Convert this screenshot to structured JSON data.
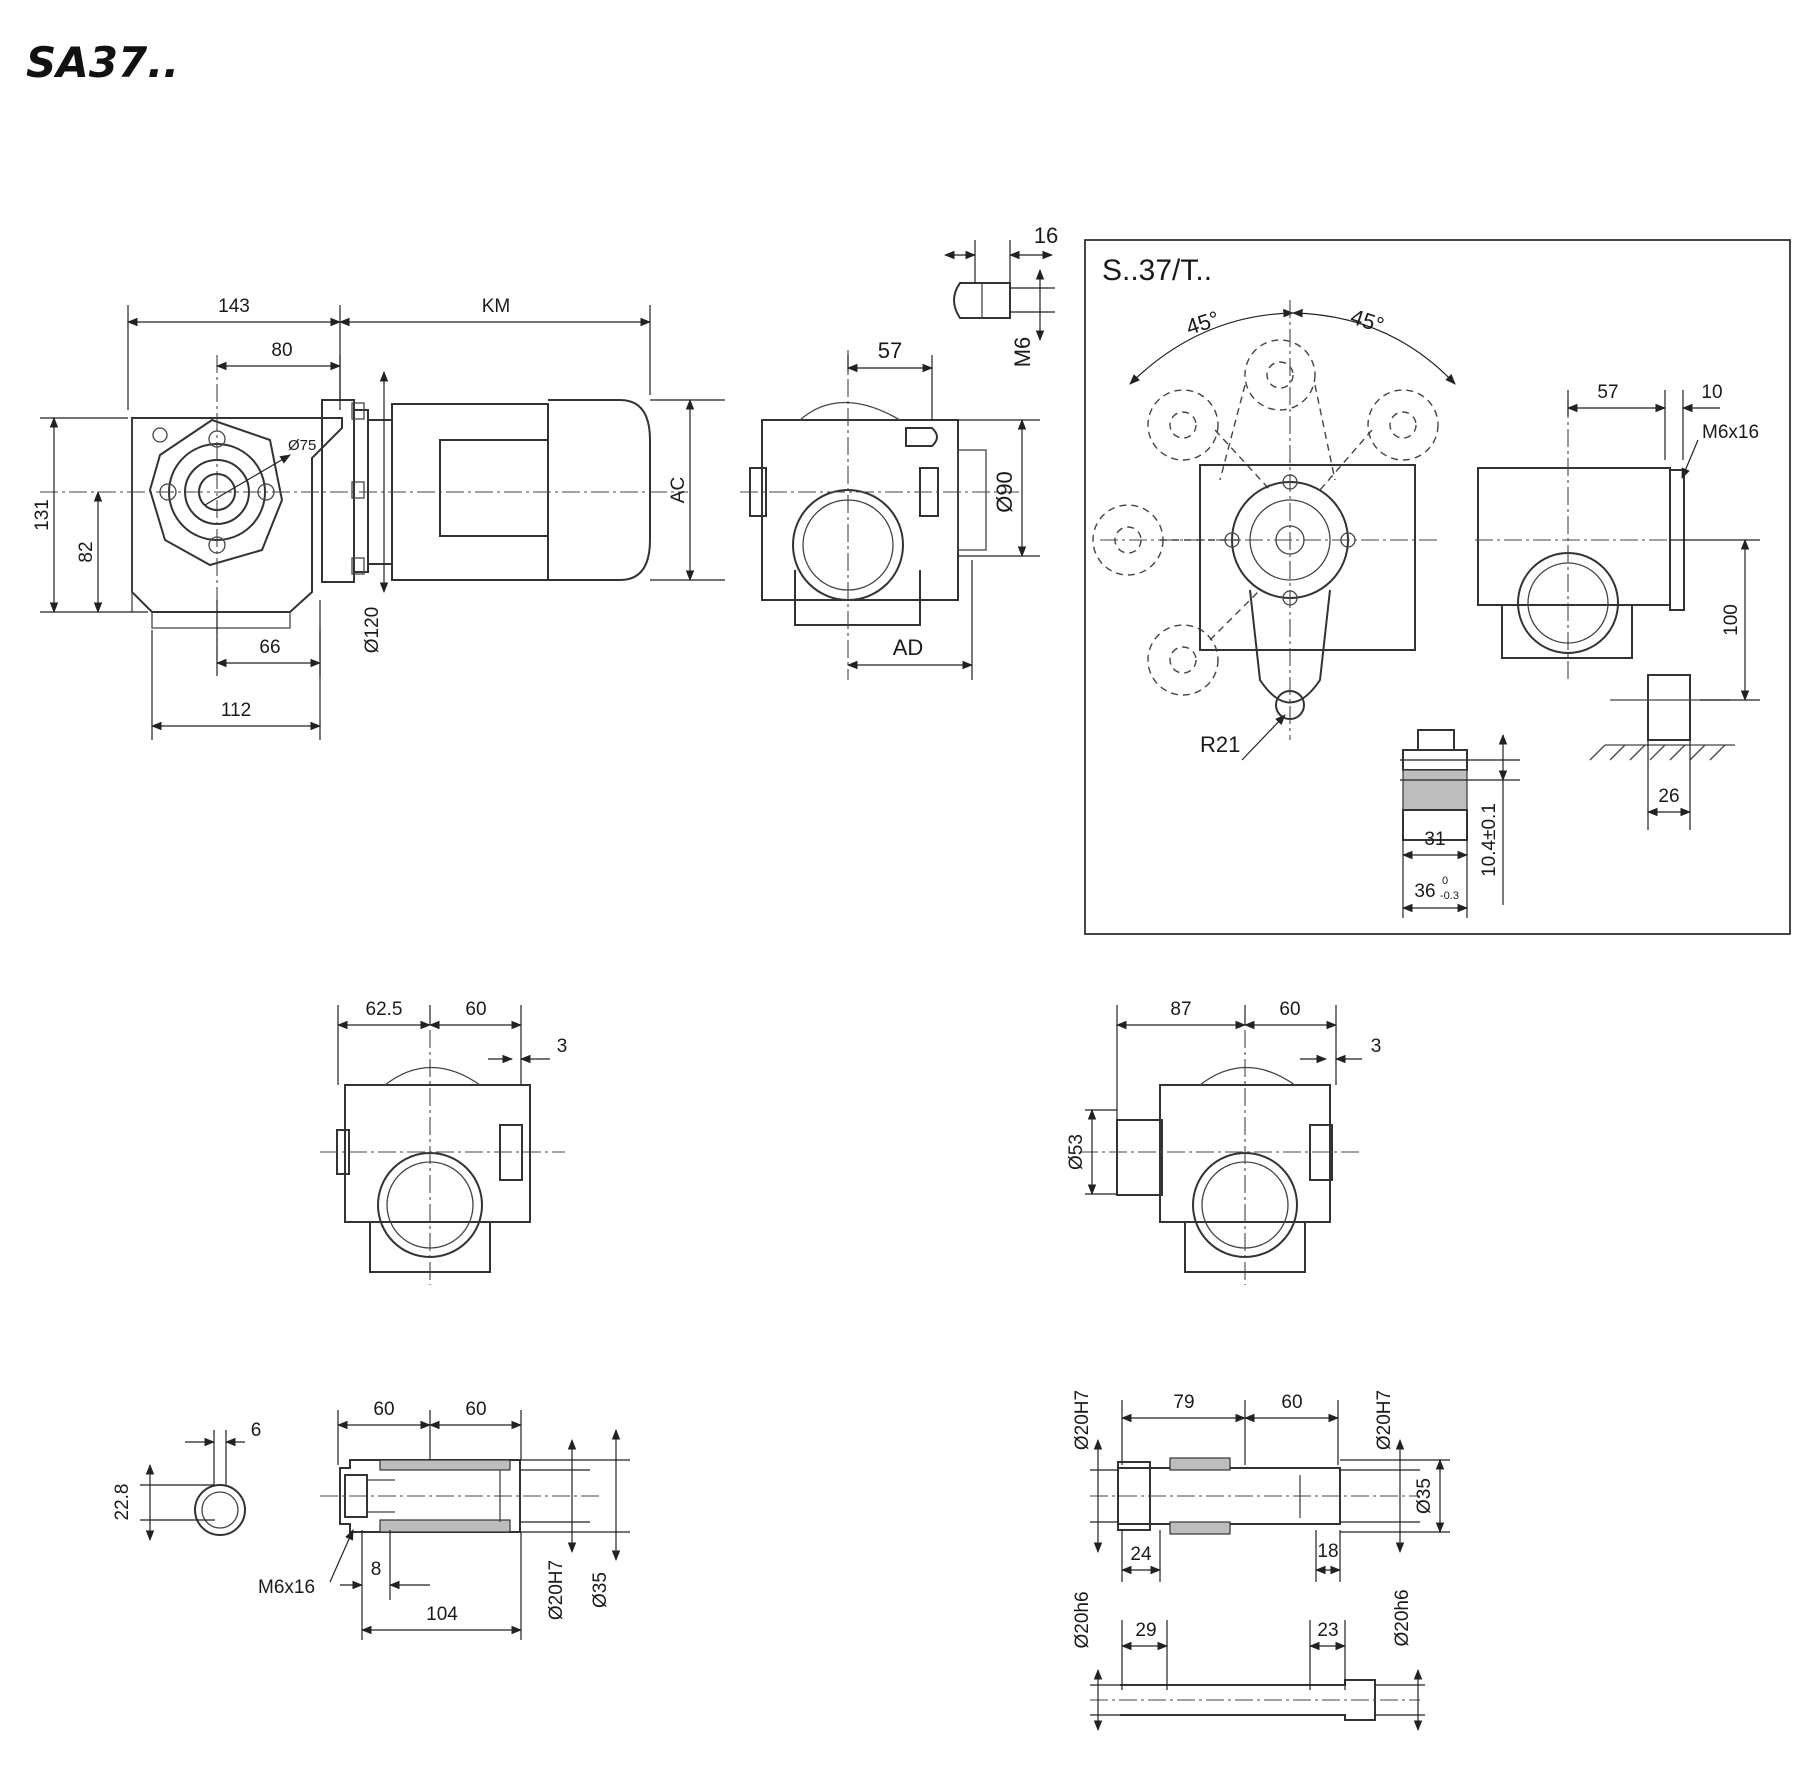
{
  "title": "SA37..",
  "main_view": {
    "dims": {
      "d143": "143",
      "dKM": "KM",
      "d80": "80",
      "d75": "Ø75",
      "d131": "131",
      "d82": "82",
      "d66": "66",
      "d112": "112",
      "dAC": "AC",
      "d120": "Ø120"
    }
  },
  "key_detail": {
    "d16": "16",
    "dM6": "M6"
  },
  "side_view": {
    "d57": "57",
    "d90": "Ø90",
    "dAD": "AD"
  },
  "torque_arm_panel": {
    "heading": "S..37/T..",
    "dims": {
      "a1": "45°",
      "a2": "45°",
      "d57": "57",
      "d10": "10",
      "m6x16": "M6x16",
      "d100": "100",
      "r21": "R21",
      "d26": "26",
      "d31": "31",
      "d10_4": "10.4±0.1",
      "d36": "36",
      "d36_tol_upper": "0",
      "d36_tol_lower": "-0.3"
    }
  },
  "mid_left_view": {
    "d62_5": "62.5",
    "d60": "60",
    "d3": "3"
  },
  "mid_right_view": {
    "d87": "87",
    "d60": "60",
    "d3": "3",
    "d53": "Ø53"
  },
  "shaft_left": {
    "d6": "6",
    "d22_8": "22.8",
    "d60a": "60",
    "d60b": "60",
    "m6x16": "M6x16",
    "d8": "8",
    "d104": "104",
    "d20h7": "Ø20H7",
    "d35": "Ø35"
  },
  "shaft_right": {
    "d20h7_left": "Ø20H7",
    "d79": "79",
    "d60": "60",
    "d20h7_right": "Ø20H7",
    "d35": "Ø35",
    "d24": "24",
    "d18": "18"
  },
  "shaft_bottom": {
    "d20h6_left": "Ø20h6",
    "d29": "29",
    "d23": "23",
    "d20h6_right": "Ø20h6"
  }
}
